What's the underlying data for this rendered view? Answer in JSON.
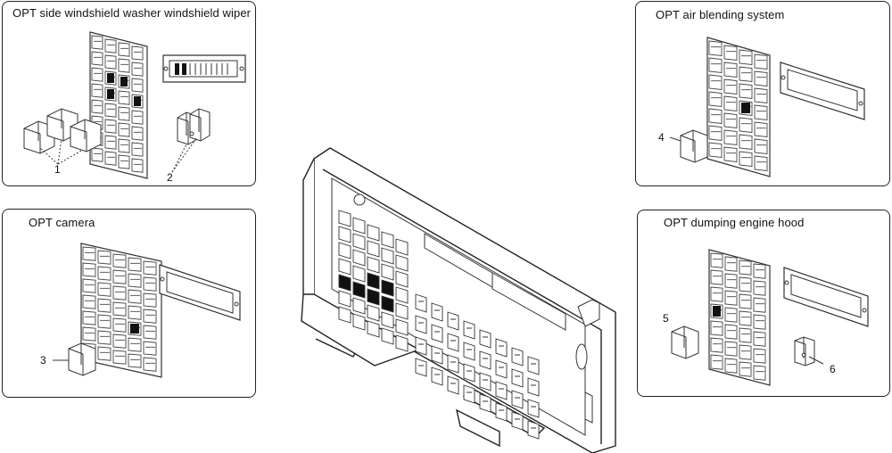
{
  "panels": {
    "washer": {
      "title": "OPT side windshield washer  windshield wiper",
      "callouts": [
        "1",
        "2"
      ]
    },
    "air": {
      "title": "OPT air blending system",
      "callouts": [
        "4"
      ]
    },
    "camera": {
      "title": "OPT camera",
      "callouts": [
        "3"
      ]
    },
    "hood": {
      "title": "OPT dumping engine hood",
      "callouts": [
        "5",
        "6"
      ]
    }
  }
}
